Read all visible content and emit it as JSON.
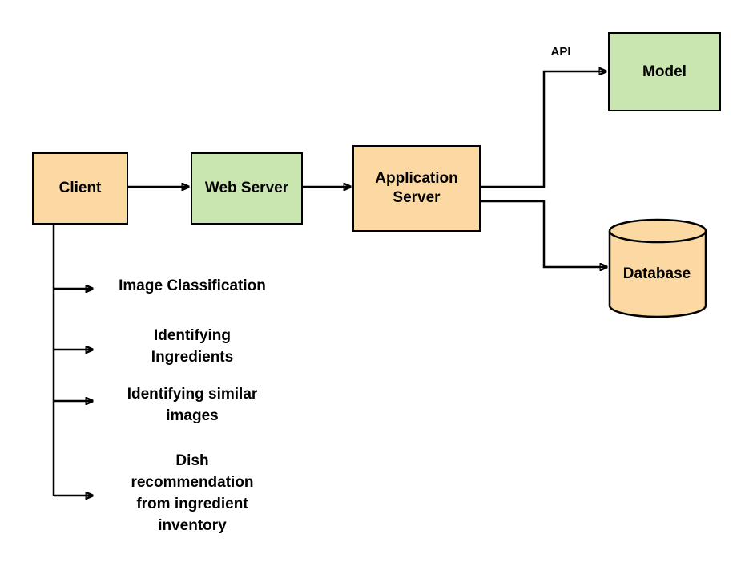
{
  "palette": {
    "orange": "#FCD9A2",
    "green": "#C9E6B0",
    "stroke": "#000000",
    "text": "#000000",
    "background": "#FFFFFF"
  },
  "nodes": {
    "client": {
      "label": "Client"
    },
    "web_server": {
      "label": "Web Server"
    },
    "app_server": {
      "label": "Application Server"
    },
    "model": {
      "label": "Model"
    },
    "database": {
      "label": "Database"
    }
  },
  "edges": {
    "api_label": "API"
  },
  "features": [
    {
      "label": "Image Classification"
    },
    {
      "label": "Identifying\nIngredients"
    },
    {
      "label": "Identifying similar\nimages"
    },
    {
      "label": "Dish\nrecommendation\nfrom ingredient\ninventory"
    }
  ]
}
